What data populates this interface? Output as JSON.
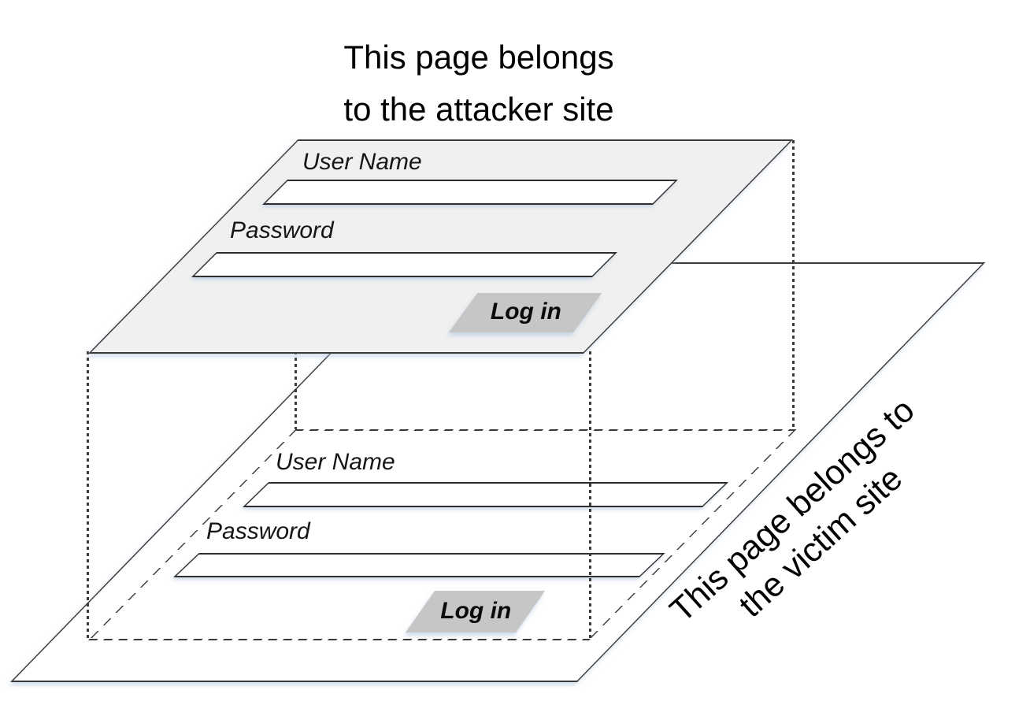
{
  "title": {
    "line1": "This page belongs",
    "line2": "to the attacker site"
  },
  "attacker_page": {
    "username_label": "User Name",
    "password_label": "Password",
    "login_label": "Log in"
  },
  "victim_page": {
    "username_label": "User Name",
    "password_label": "Password",
    "login_label": "Log in"
  },
  "caption": {
    "line1": "This page belongs to",
    "line2": "the victim site"
  },
  "colors": {
    "attacker_plane_fill": "#f0f0f0",
    "victim_plane_fill": "#ffffff",
    "button_fill": "#c6c6c6",
    "outline": "#3b3b3b",
    "text": "#000000"
  }
}
